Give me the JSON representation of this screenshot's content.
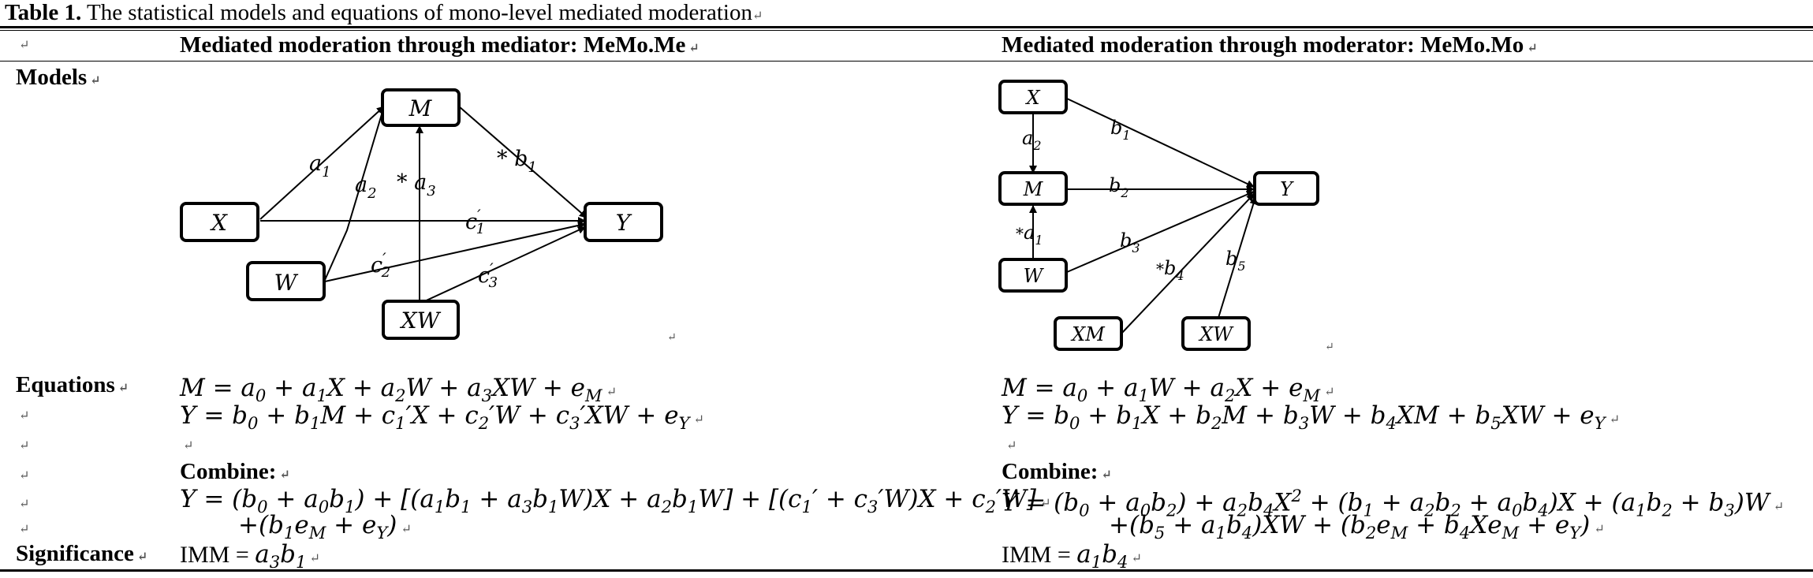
{
  "caption": {
    "label": "Table 1.",
    "text": " The statistical models and equations of mono-level mediated moderation"
  },
  "columns": {
    "left_header": "Mediated moderation through mediator: MeMo.Me",
    "right_header": "Mediated moderation through moderator: MeMo.Mo"
  },
  "rows": {
    "models": "Models",
    "equations": "Equations",
    "significance": "Significance"
  },
  "combine_label": "Combine:",
  "left": {
    "diagram": {
      "nodes": [
        "M",
        "X",
        "Y",
        "W",
        "XW"
      ],
      "paths": [
        "a1",
        "a2",
        "*a3",
        "*b1",
        "c'1",
        "c'2",
        "c'3"
      ]
    },
    "eq1": "M = a0 + a1X + a2W + a3XW + eM",
    "eq2": "Y = b0 + b1M + c'1X + c'2W + c'3XW + eY",
    "combine1": "Y = (b0 + a0b1) + [(a1b1 + a3b1W)X + a2b1W] + [(c'1 + c'3W)X + c'2W]",
    "combine2": "+(b1eM + eY)",
    "imm_label": "IMM =",
    "imm_value": "a3b1"
  },
  "right": {
    "diagram": {
      "nodes": [
        "X",
        "M",
        "W",
        "Y",
        "XM",
        "XW"
      ],
      "paths": [
        "a2",
        "*a1",
        "b1",
        "b2",
        "b3",
        "*b4",
        "b5"
      ]
    },
    "eq1": "M = a0 + a1W + a2X + eM",
    "eq2": "Y = b0 + b1X + b2M + b3W + b4XM + b5XW + eY",
    "combine1": "Y = (b0 + a0b2) + a2b4X2 + (b1 + a2b2 + a0b4)X + (a1b2 + b3)W",
    "combine2": "+(b5 + a1b4)XW + (b2eM + b4XeM + eY)",
    "imm_label": "IMM =",
    "imm_value": "a1b4"
  }
}
